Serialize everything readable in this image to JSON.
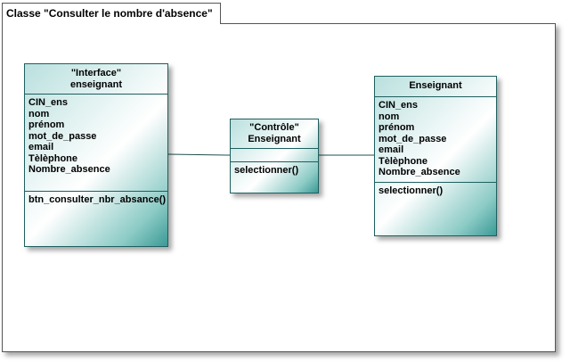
{
  "package": {
    "title": "Classe \"Consulter le nombre d'absence\""
  },
  "classes": {
    "interface": {
      "stereotype": "\"Interface\"",
      "name": "enseignant",
      "attributes": [
        "CIN_ens",
        "nom",
        "prénom",
        "mot_de_passe",
        "email",
        "Tèlèphone",
        "Nombre_absence"
      ],
      "operations": [
        "btn_consulter_nbr_absance()"
      ]
    },
    "controle": {
      "stereotype": "\"Contrôle\"",
      "name": "Enseignant",
      "attributes": [],
      "operations": [
        "selectionner()"
      ]
    },
    "enseignant": {
      "name": "Enseignant",
      "attributes": [
        "CIN_ens",
        "nom",
        "prénom",
        "mot_de_passe",
        "email",
        "Tèlèphone",
        "Nombre_absence"
      ],
      "operations": [
        "selectionner()"
      ]
    }
  }
}
